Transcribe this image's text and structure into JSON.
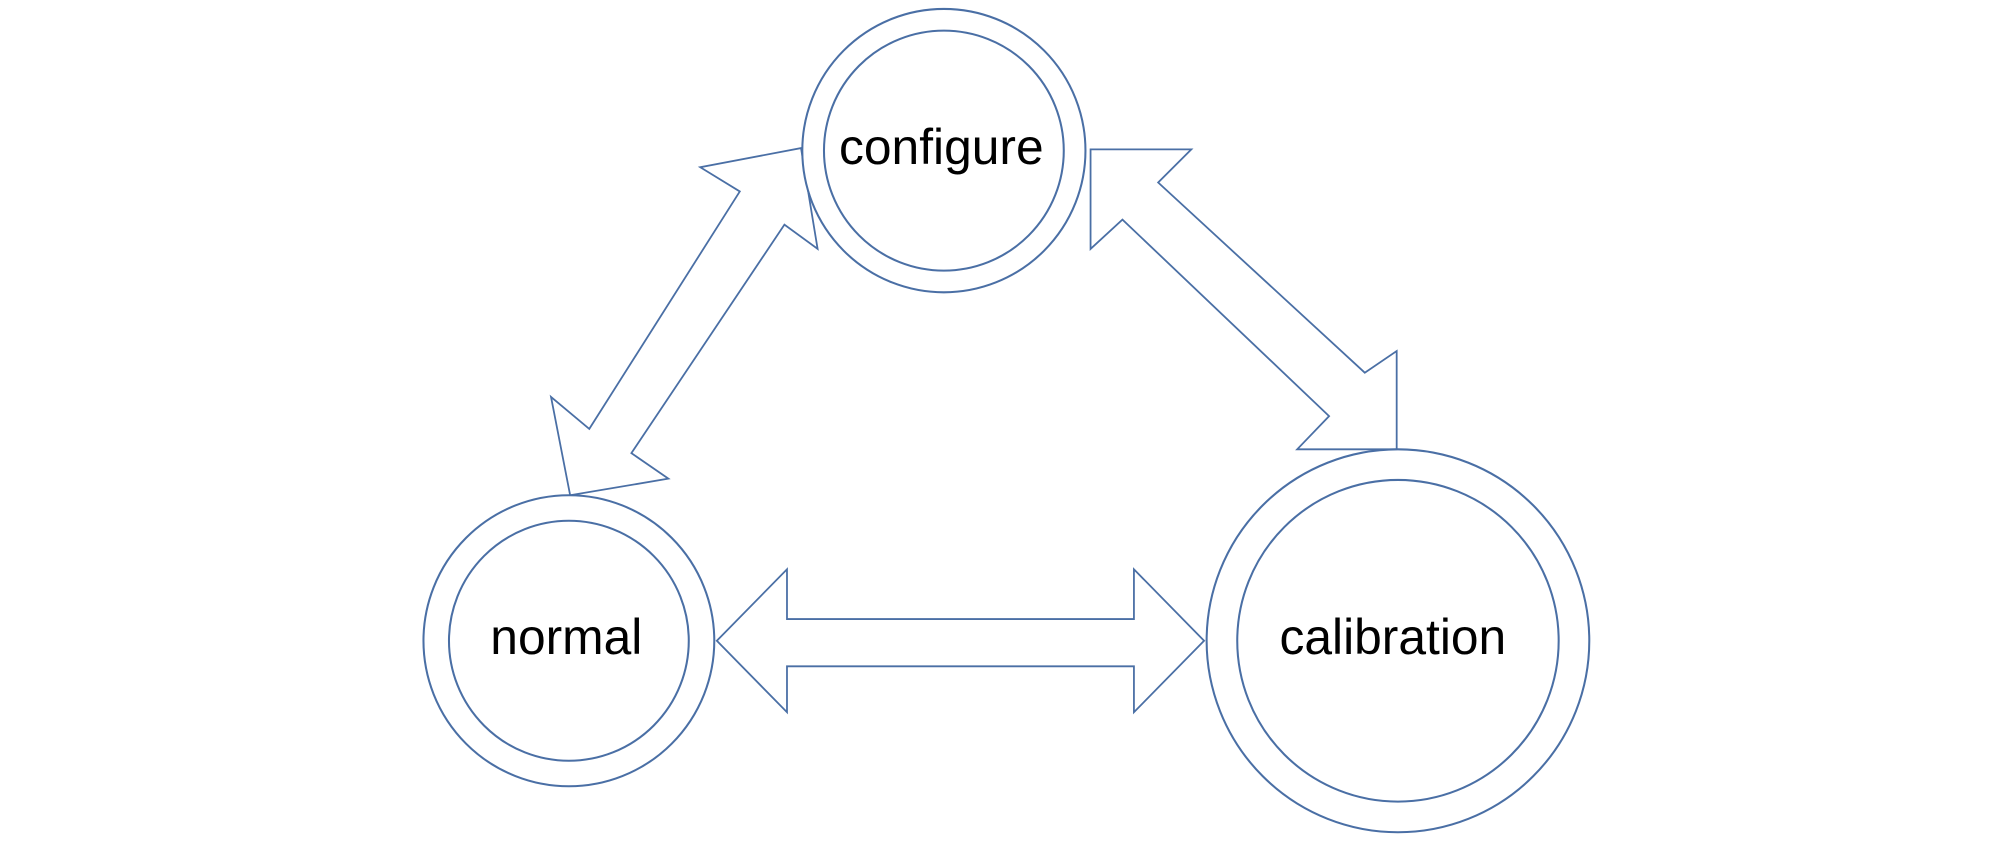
{
  "diagram": {
    "title": "",
    "states": [
      {
        "id": "configure",
        "label": "configure"
      },
      {
        "id": "normal",
        "label": "normal"
      },
      {
        "id": "calibration",
        "label": "calibration"
      }
    ],
    "transitions": [
      {
        "from": "normal",
        "to": "configure",
        "bidirectional": true
      },
      {
        "from": "configure",
        "to": "calibration",
        "bidirectional": true
      },
      {
        "from": "normal",
        "to": "calibration",
        "bidirectional": true
      }
    ],
    "colors": {
      "stroke": "#4a6fa5",
      "text": "#000000",
      "background": "#ffffff"
    }
  }
}
